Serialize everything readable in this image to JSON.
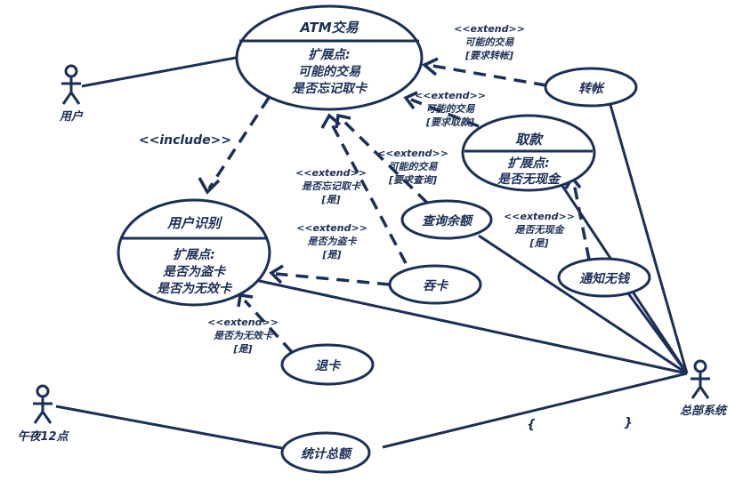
{
  "actors": {
    "user": "用户",
    "midnight": "午夜12点",
    "hq": "总部系统"
  },
  "usecases": {
    "atm": {
      "title": "ATM交易",
      "line1": "扩展点:",
      "line2": "可能的交易",
      "line3": "是否忘记取卡"
    },
    "identify": {
      "title": "用户识别",
      "line1": "扩展点:",
      "line2": "是否为盗卡",
      "line3": "是否为无效卡"
    },
    "withdraw": {
      "title": "取款",
      "line1": "扩展点:",
      "line2": "是否无现金"
    },
    "transfer": "转帐",
    "query": "查询余额",
    "swallow": "吞卡",
    "notify": "通知无钱",
    "eject": "退卡",
    "stats": "统计总额"
  },
  "relations": {
    "include": "<<include>>",
    "transfer_ext": {
      "stereo": "<<extend>>",
      "line1": "可能的交易",
      "line2": "[要求转帐]"
    },
    "withdraw_ext": {
      "stereo": "<<extend>>",
      "line1": "可能的交易",
      "line2": "[要求取款]"
    },
    "query_ext": {
      "stereo": "<<extend>>",
      "line1": "可能的交易",
      "line2": "[要求查询]"
    },
    "forget_ext": {
      "stereo": "<<extend>>",
      "line1": "是否忘记取卡",
      "line2": "[是]"
    },
    "stolen_ext": {
      "stereo": "<<extend>>",
      "line1": "是否为盗卡",
      "line2": "[是]"
    },
    "invalid_ext": {
      "stereo": "<<extend>>",
      "line1": "是否为无效卡",
      "line2": "[是]"
    },
    "nocash_ext": {
      "stereo": "<<extend>>",
      "line1": "是否无现金",
      "line2": "[是]"
    }
  },
  "stray_marks": {
    "left": "{",
    "right": "}"
  }
}
